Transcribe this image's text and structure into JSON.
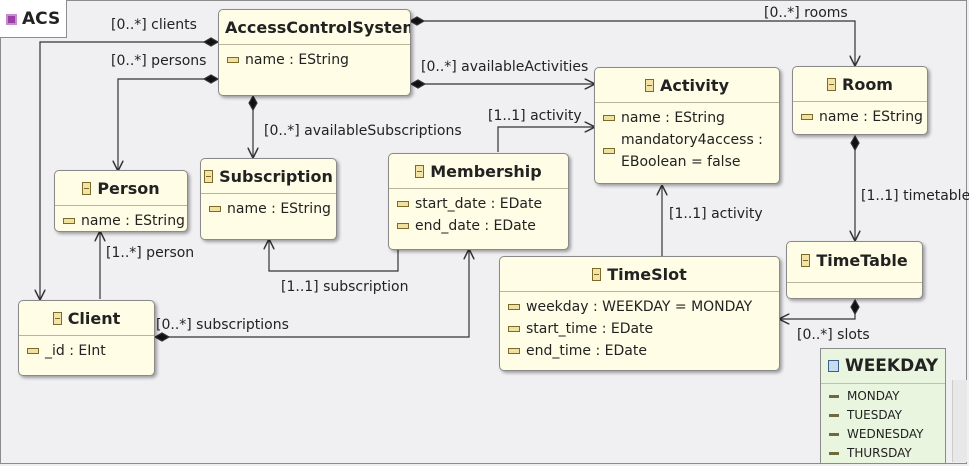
{
  "package": {
    "name": "ACS"
  },
  "classes": {
    "acs": {
      "name": "AccessControlSystem",
      "attrs": [
        "name : EString"
      ]
    },
    "activity": {
      "name": "Activity",
      "attrs": [
        "name : EString",
        "mandatory4access :\nEBoolean = false"
      ]
    },
    "room": {
      "name": "Room",
      "attrs": [
        "name : EString"
      ]
    },
    "person": {
      "name": "Person",
      "attrs": [
        "name : EString"
      ]
    },
    "subscription": {
      "name": "Subscription",
      "attrs": [
        "name : EString"
      ]
    },
    "membership": {
      "name": "Membership",
      "attrs": [
        "start_date : EDate",
        "end_date : EDate"
      ]
    },
    "timetable": {
      "name": "TimeTable",
      "attrs": []
    },
    "timeslot": {
      "name": "TimeSlot",
      "attrs": [
        "weekday : WEEKDAY = MONDAY",
        "start_time : EDate",
        "end_time : EDate"
      ]
    },
    "client": {
      "name": "Client",
      "attrs": [
        "_id : EInt"
      ]
    }
  },
  "enum_weekday": {
    "name": "WEEKDAY",
    "literals": [
      "MONDAY",
      "TUESDAY",
      "WEDNESDAY",
      "THURSDAY"
    ]
  },
  "edge_labels": {
    "clients": "[0..*] clients",
    "persons": "[0..*] persons",
    "rooms": "[0..*] rooms",
    "available_activities": "[0..*] availableActivities",
    "available_subscriptions": "[0..*] availableSubscriptions",
    "membership_activity": "[1..1] activity",
    "timetable": "[1..1] timetable",
    "timeslot_activity": "[1..1] activity",
    "person": "[1..*] person",
    "subscription": "[1..1] subscription",
    "subscriptions": "[0..*] subscriptions",
    "slots": "[0..*] slots"
  }
}
